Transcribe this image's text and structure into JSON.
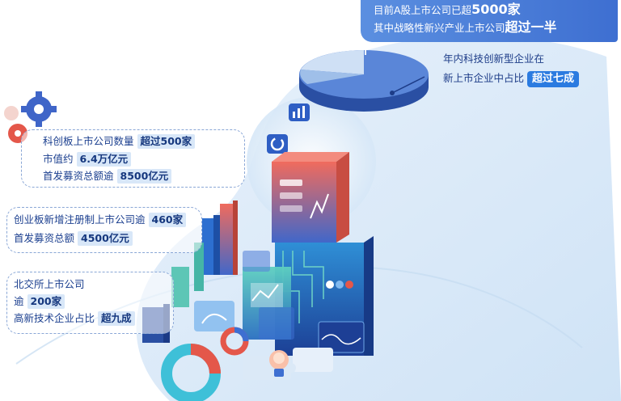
{
  "banner": {
    "line1_prefix": "目前A股上市公司已超",
    "line1_value": "5000家",
    "line2_prefix": "其中战略性新兴产业上市公司",
    "line2_value": "超过一半"
  },
  "tech_share": {
    "line1": "年内科技创新型企业在",
    "line2_prefix": "新上市企业中占比",
    "line2_tag": "超过七成"
  },
  "star_market": {
    "line1_prefix": "科创板上市公司数量",
    "line1_value": "超过500家",
    "line2_prefix": "市值约",
    "line2_value": "6.4万亿元",
    "line3_prefix": "首发募资总额逾",
    "line3_value": "8500亿元"
  },
  "chinext": {
    "line1_prefix": "创业板新增注册制上市公司逾",
    "line1_value": "460家",
    "line2_prefix": "首发募资总额",
    "line2_value": "4500亿元"
  },
  "bse": {
    "line1": "北交所上市公司",
    "line2_prefix": "逾",
    "line2_value": "200家",
    "line3_prefix": "高新技术企业占比",
    "line3_value": "超九成"
  },
  "colors": {
    "navy": "#1b3f8f",
    "blue": "#3e6fd1",
    "red": "#e4574a",
    "teal": "#38b6a6",
    "light": "#d8e7f8"
  },
  "icons": [
    "gear-icon",
    "pie-chart-icon",
    "bar-chart-icon",
    "refresh-icon",
    "lightbulb-icon",
    "puzzle-icon"
  ]
}
